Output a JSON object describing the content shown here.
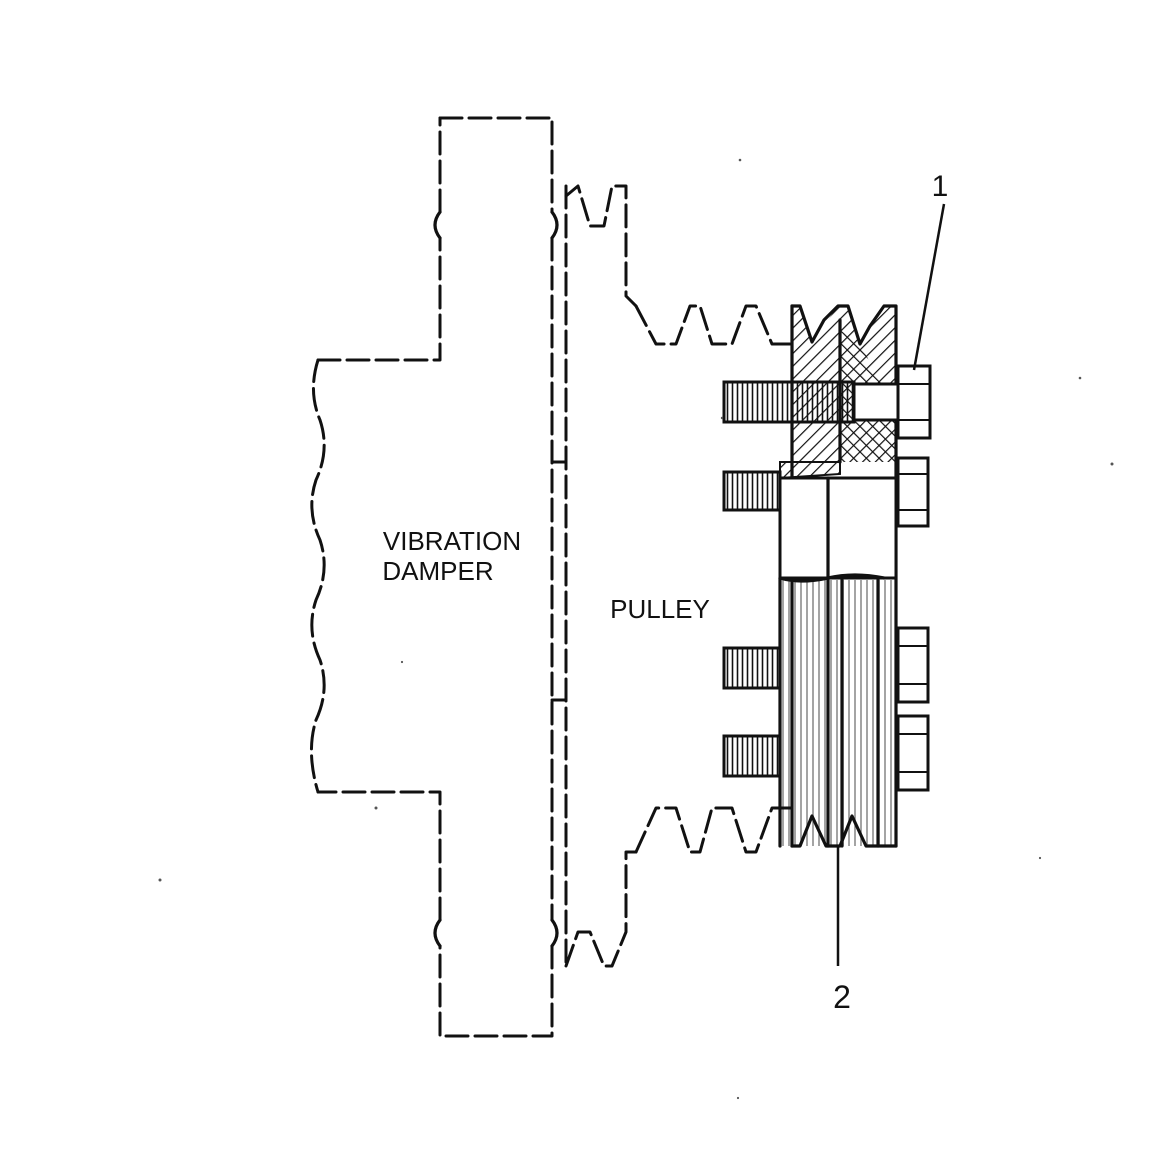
{
  "diagram": {
    "labels": {
      "damper_line1": "VIBRATION",
      "damper_line2": "DAMPER",
      "pulley": "PULLEY",
      "callout_1": "1",
      "callout_2": "2"
    },
    "colors": {
      "ink": "#111111",
      "background": "#ffffff"
    }
  }
}
